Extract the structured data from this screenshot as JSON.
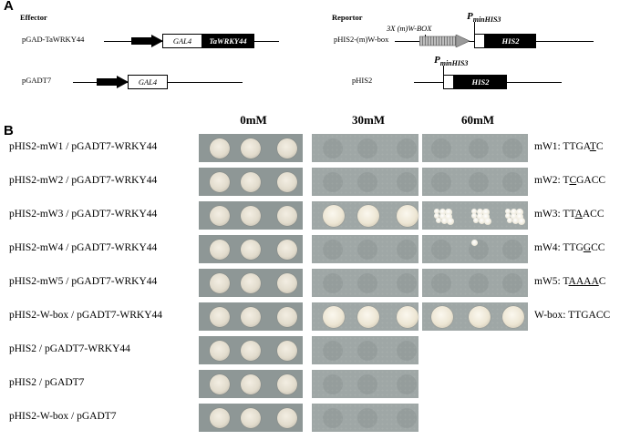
{
  "panel_a": {
    "letter": "A",
    "effector": {
      "heading": "Effector",
      "construct1": {
        "name": "pGAD-TaWRKY44",
        "box1": "GAL4",
        "box2": "TaWRKY44"
      },
      "construct2": {
        "name": "pGADT7",
        "box1": "GAL4"
      }
    },
    "reporter": {
      "heading": "Reportor",
      "wbox_label": "3X (m)W-BOX",
      "promoter_label_main": "P",
      "promoter_label_sub": "minHIS3",
      "construct1": {
        "name": "pHIS2-(m)W-box",
        "box": "HIS2"
      },
      "construct2": {
        "name": "pHIS2",
        "box": "HIS2"
      }
    }
  },
  "panel_b": {
    "letter": "B",
    "concentrations": [
      "0mM",
      "30mM",
      "60mM"
    ],
    "rows": [
      {
        "label": "pHIS2-mW1 / pGADT7-WRKY44",
        "seq_prefix": "mW1: ",
        "seq": [
          "TTGA",
          "T",
          "C"
        ],
        "growth": [
          "full",
          "none",
          "none"
        ]
      },
      {
        "label": "pHIS2-mW2 / pGADT7-WRKY44",
        "seq_prefix": "mW2: ",
        "seq": [
          "T",
          "C",
          "GACC"
        ],
        "growth": [
          "full",
          "none",
          "none"
        ]
      },
      {
        "label": "pHIS2-mW3 / pGADT7-WRKY44",
        "seq_prefix": "mW3: ",
        "seq": [
          "TT",
          "A",
          "ACC"
        ],
        "growth": [
          "full",
          "full",
          "colonies"
        ]
      },
      {
        "label": "pHIS2-mW4 / pGADT7-WRKY44",
        "seq_prefix": "mW4: ",
        "seq": [
          "TTG",
          "G",
          "CC"
        ],
        "growth": [
          "full",
          "none",
          "single"
        ]
      },
      {
        "label": "pHIS2-mW5 / pGADT7-WRKY44",
        "seq_prefix": "mW5: ",
        "seq": [
          "T",
          "AAAA",
          "C"
        ],
        "growth": [
          "full",
          "none",
          "none"
        ]
      },
      {
        "label": "pHIS2-W-box / pGADT7-WRKY44",
        "seq_prefix": "W-box: ",
        "seq": [
          "TTGACC",
          "",
          ""
        ],
        "growth": [
          "full",
          "full",
          "full"
        ]
      },
      {
        "label": "pHIS2 / pGADT7-WRKY44",
        "seq_prefix": "",
        "seq": [
          "",
          "",
          ""
        ],
        "growth": [
          "full",
          "none",
          "absent"
        ]
      },
      {
        "label": "pHIS2 / pGADT7",
        "seq_prefix": "",
        "seq": [
          "",
          "",
          ""
        ],
        "growth": [
          "full",
          "none",
          "absent"
        ]
      },
      {
        "label": "pHIS2-W-box / pGADT7",
        "seq_prefix": "",
        "seq": [
          "",
          "",
          ""
        ],
        "growth": [
          "full",
          "none",
          "absent"
        ]
      }
    ]
  }
}
